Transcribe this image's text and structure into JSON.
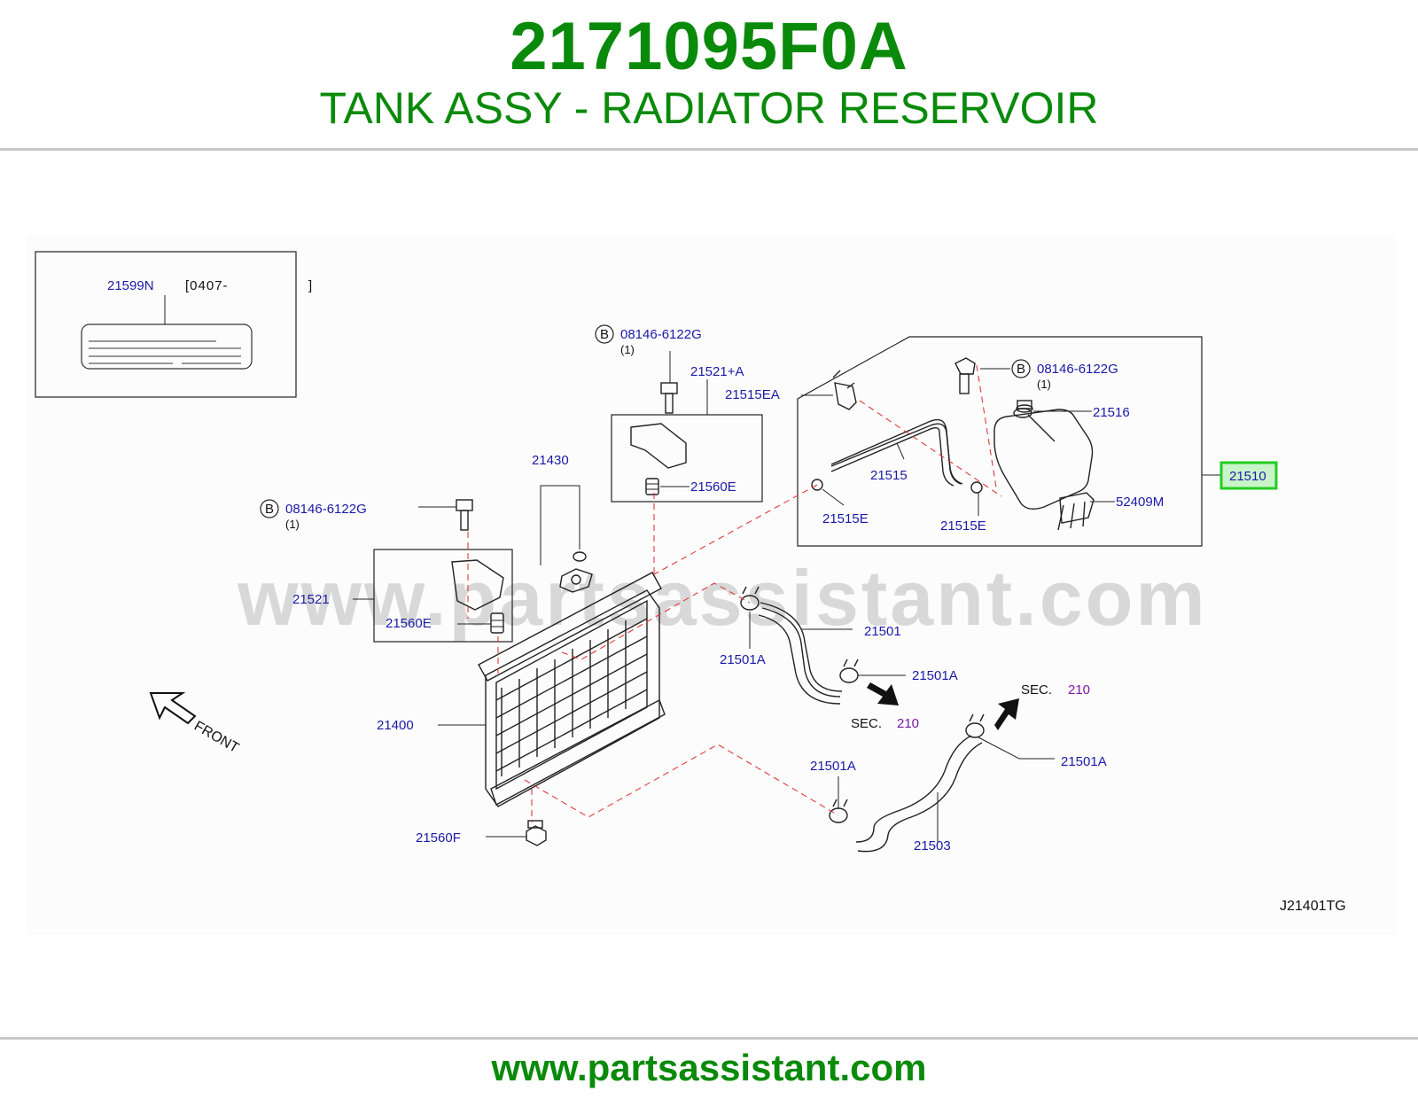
{
  "header": {
    "part_number": "2171095F0A",
    "part_name": "TANK ASSY - RADIATOR RESERVOIR"
  },
  "footer": {
    "url": "www.partsassistant.com"
  },
  "watermark": "www.partsassistant.com",
  "colors": {
    "title": "#0a8a0a",
    "label": "#1a1aa8",
    "highlight": "#22cc22",
    "dashed": "#e03a3a"
  },
  "diagram": {
    "code": "J21401TG",
    "front_label": "FRONT",
    "inset": {
      "label": "21599N",
      "date": "[0407-",
      "bracket_end": "]"
    },
    "bolt_ref": {
      "letter": "B",
      "part": "08146-6122G",
      "qty": "(1)"
    },
    "highlight_label": "21510",
    "labels": {
      "p21521A": "21521+A",
      "p21515EA": "21515EA",
      "p21516": "21516",
      "p21515": "21515",
      "p21515E_l": "21515E",
      "p21515E_r": "21515E",
      "p52409M": "52409M",
      "p21430": "21430",
      "p21560E_top": "21560E",
      "p21560E_left": "21560E",
      "p21521": "21521",
      "p21501": "21501",
      "p21501A_1": "21501A",
      "p21501A_2": "21501A",
      "p21501A_3": "21501A",
      "p21501A_4": "21501A",
      "p21400": "21400",
      "p21560F": "21560F",
      "p21503": "21503"
    },
    "sec_ref": {
      "label": "SEC.",
      "number": "210"
    }
  }
}
